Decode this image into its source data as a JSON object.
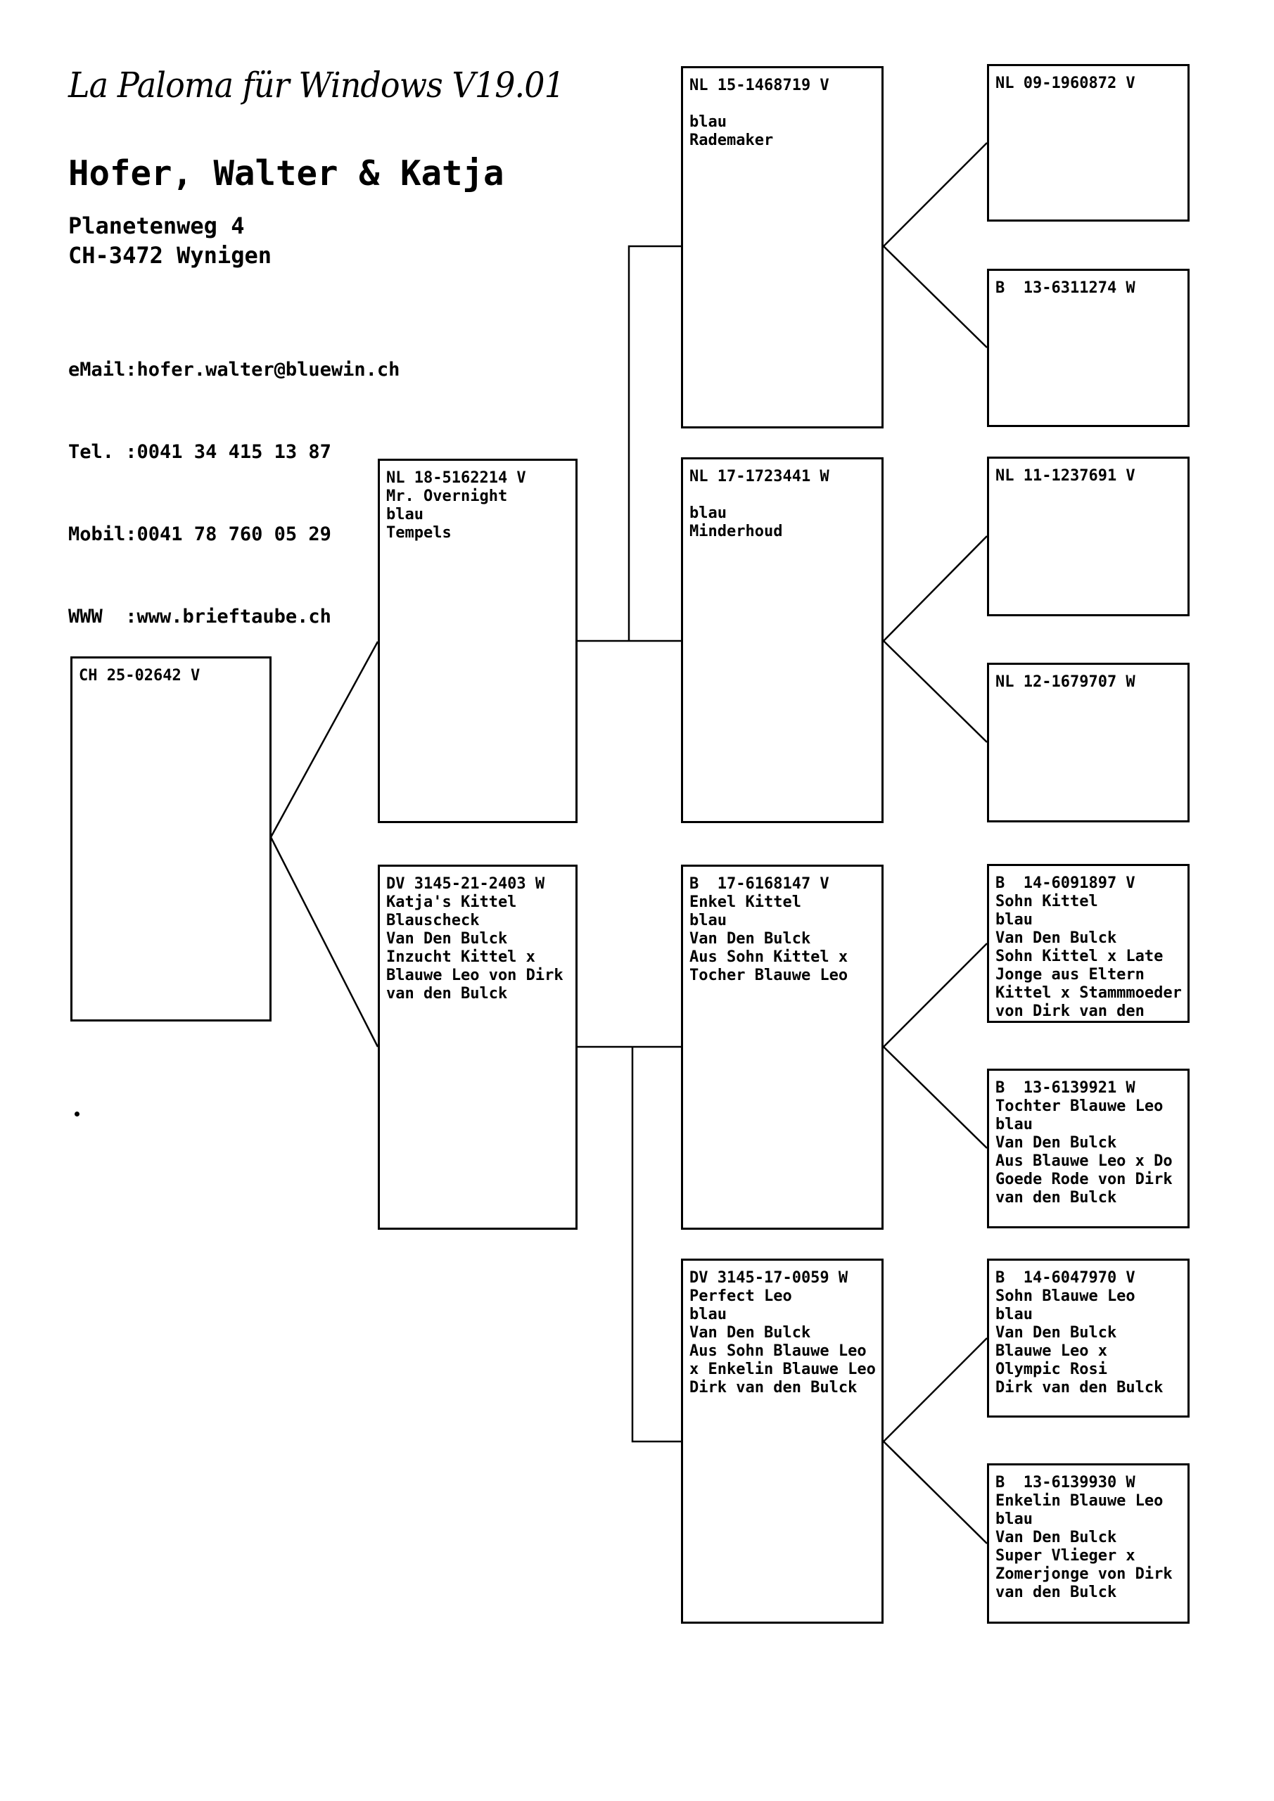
{
  "header": {
    "software": "La Paloma für Windows V19.01",
    "owner": "Hofer, Walter & Katja",
    "street": "Planetenweg 4",
    "city": "CH-3472 Wynigen",
    "email": "eMail:hofer.walter@bluewin.ch",
    "tel": "Tel. :0041 34 415 13 87",
    "mobile": "Mobil:0041 78 760 05 29",
    "www": "WWW  :www.brieftaube.ch"
  },
  "pedigree": {
    "subject": {
      "lines": [
        "CH 25-02642 V"
      ]
    },
    "father": {
      "lines": [
        "NL 18-5162214 V",
        "Mr. Overnight",
        "blau",
        "Tempels"
      ]
    },
    "mother": {
      "lines": [
        "DV 3145-21-2403 W",
        "Katja's Kittel",
        "Blauscheck",
        "Van Den Bulck",
        "Inzucht Kittel x",
        "Blauwe Leo von Dirk",
        "van den Bulck"
      ]
    },
    "ff": {
      "lines": [
        "NL 15-1468719 V",
        "",
        "blau",
        "Rademaker"
      ]
    },
    "fm": {
      "lines": [
        "NL 17-1723441 W",
        "",
        "blau",
        "Minderhoud"
      ]
    },
    "mf": {
      "lines": [
        "B  17-6168147 V",
        "Enkel Kittel",
        "blau",
        "Van Den Bulck",
        "Aus Sohn Kittel x",
        "Tocher Blauwe Leo"
      ]
    },
    "mm": {
      "lines": [
        "DV 3145-17-0059 W",
        "Perfect Leo",
        "blau",
        "Van Den Bulck",
        "Aus Sohn Blauwe Leo",
        "x Enkelin Blauwe Leo",
        "Dirk van den Bulck"
      ]
    },
    "fff": {
      "lines": [
        "NL 09-1960872 V"
      ]
    },
    "ffm": {
      "lines": [
        "B  13-6311274 W"
      ]
    },
    "fmf": {
      "lines": [
        "NL 11-1237691 V"
      ]
    },
    "fmm": {
      "lines": [
        "NL 12-1679707 W"
      ]
    },
    "mff": {
      "lines": [
        "B  14-6091897 V",
        "Sohn Kittel",
        "blau",
        "Van Den Bulck",
        "Sohn Kittel x Late",
        "Jonge aus Eltern",
        "Kittel x Stammmoeder",
        "von Dirk van den"
      ]
    },
    "mfm": {
      "lines": [
        "B  13-6139921 W",
        "Tochter Blauwe Leo",
        "blau",
        "Van Den Bulck",
        "Aus Blauwe Leo x Do",
        "Goede Rode von Dirk",
        "van den Bulck"
      ]
    },
    "mmf": {
      "lines": [
        "B  14-6047970 V",
        "Sohn Blauwe Leo",
        "blau",
        "Van Den Bulck",
        "Blauwe Leo x",
        "Olympic Rosi",
        "Dirk van den Bulck"
      ]
    },
    "mmm": {
      "lines": [
        "B  13-6139930 W",
        "Enkelin Blauwe Leo",
        "blau",
        "Van Den Bulck",
        "Super Vlieger x",
        "Zomerjonge von Dirk",
        "van den Bulck"
      ]
    }
  }
}
